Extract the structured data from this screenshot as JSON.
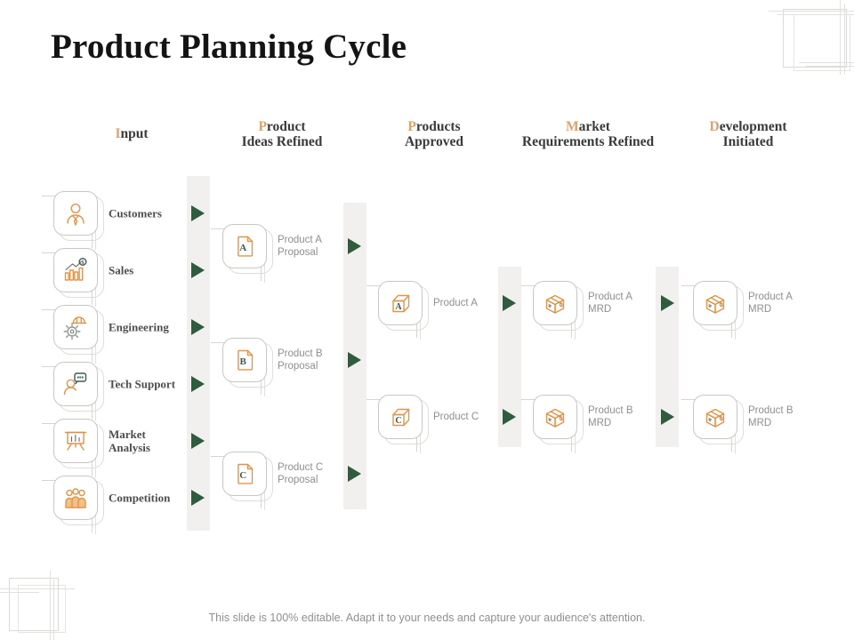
{
  "title": "Product Planning Cycle",
  "footer": "This slide is 100% editable. Adapt it to your needs and capture your audience's attention.",
  "colors": {
    "accent_orange": "#DCA26A",
    "icon_orange": "#E0954A",
    "arrow_green": "#2E5C3C",
    "bar_gray": "#F1F0EE",
    "dark_green": "#3E5A50",
    "label_gray": "#8F8F8F",
    "input_label_color": "#4D4D4D"
  },
  "columns": [
    {
      "label_accent": "I",
      "label_rest": "nput",
      "label_line2": ""
    },
    {
      "label_accent": "P",
      "label_rest": "roduct",
      "label_line2": "Ideas Refined"
    },
    {
      "label_accent": "P",
      "label_rest": "roducts",
      "label_line2": "Approved"
    },
    {
      "label_accent": "M",
      "label_rest": "arket",
      "label_line2": "Requirements Refined"
    },
    {
      "label_accent": "D",
      "label_rest": "evelopment",
      "label_line2": "Initiated"
    }
  ],
  "input_items": [
    {
      "label": "Customers"
    },
    {
      "label": "Sales"
    },
    {
      "label": "Engineering"
    },
    {
      "label": "Tech Support"
    },
    {
      "label": "Market Analysis"
    },
    {
      "label": "Competition"
    }
  ],
  "proposal_items": [
    {
      "letter": "A",
      "label": "Product A Proposal"
    },
    {
      "letter": "B",
      "label": "Product B Proposal"
    },
    {
      "letter": "C",
      "label": "Product C Proposal"
    }
  ],
  "approved_items": [
    {
      "letter": "A",
      "label": "Product A"
    },
    {
      "letter": "C",
      "label": "Product C"
    }
  ],
  "mrd_items": [
    {
      "label": "Product A MRD"
    },
    {
      "label": "Product B MRD"
    }
  ],
  "development_items": [
    {
      "label": "Product A MRD"
    },
    {
      "label": "Product B MRD"
    }
  ]
}
